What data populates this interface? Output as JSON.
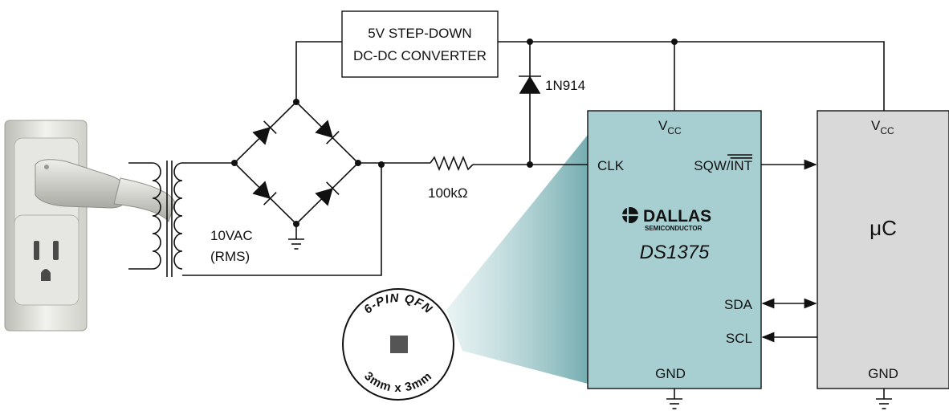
{
  "converter": {
    "line1": "5V STEP-DOWN",
    "line2": "DC-DC CONVERTER"
  },
  "diode_label": "1N914",
  "resistor_label": "100kΩ",
  "transformer": {
    "line1": "10VAC",
    "line2": "(RMS)"
  },
  "ds1375": {
    "vcc": "V",
    "vcc_sub": "CC",
    "clk": "CLK",
    "sqw": "SQW/",
    "int": "INT",
    "sda": "SDA",
    "scl": "SCL",
    "gnd": "GND",
    "logo_main": "DALLAS",
    "logo_sub": "SEMICONDUCTOR",
    "part": "DS1375",
    "fill": "#a7cfd1"
  },
  "uc": {
    "vcc": "V",
    "vcc_sub": "CC",
    "label": "μC",
    "gnd": "GND",
    "fill": "#d9d9d9"
  },
  "package_callout": {
    "top_text": "6-PIN QFN",
    "bottom_text": "3mm x 3mm",
    "beam_color": "#a7cfd1"
  },
  "icons": [
    "wall-outlet-with-plug-icon",
    "dallas-logo-icon",
    "ground-icon",
    "diode-icon",
    "resistor-icon",
    "transformer-icon"
  ]
}
